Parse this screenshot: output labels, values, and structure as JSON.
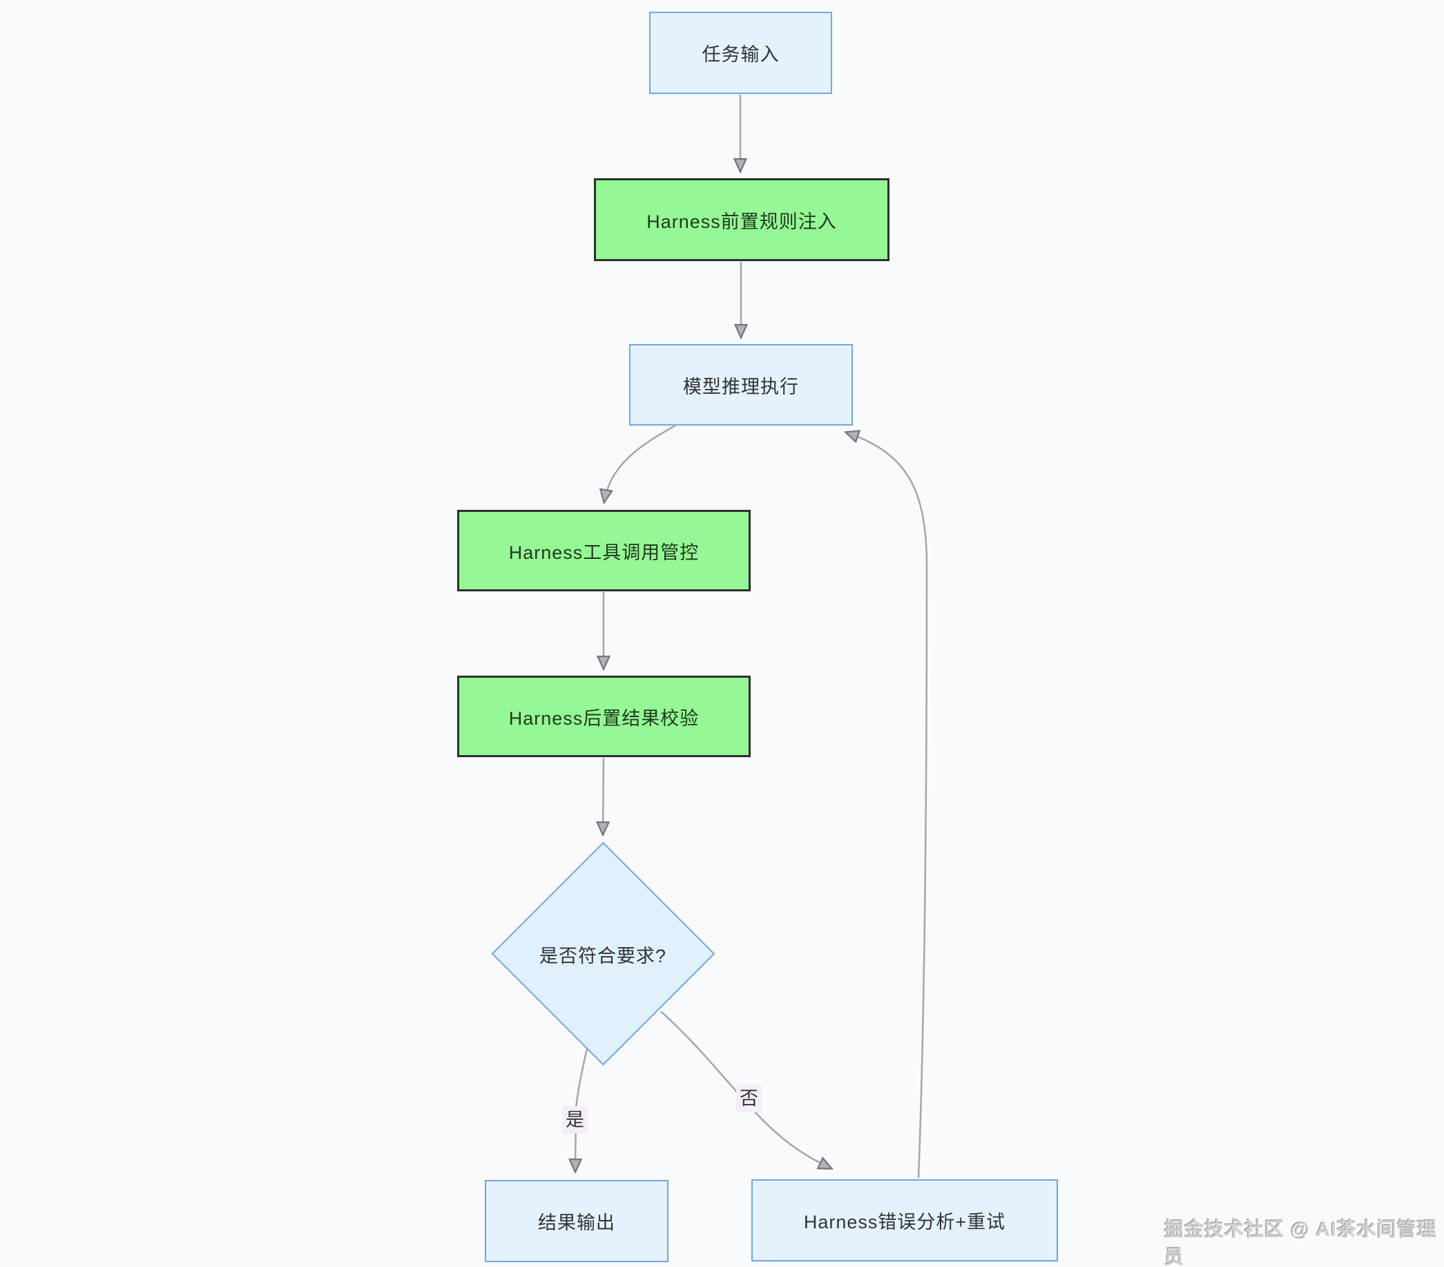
{
  "nodes": {
    "task_input": {
      "label": "任务输入",
      "shape": "rect",
      "style": "blue"
    },
    "pre_rule_injection": {
      "label": "Harness前置规则注入",
      "shape": "rect",
      "style": "green"
    },
    "model_inference": {
      "label": "模型推理执行",
      "shape": "rect",
      "style": "blue"
    },
    "tool_call_control": {
      "label": "Harness工具调用管控",
      "shape": "rect",
      "style": "green"
    },
    "post_result_check": {
      "label": "Harness后置结果校验",
      "shape": "rect",
      "style": "green"
    },
    "decision": {
      "label": "是否符合要求?",
      "shape": "diamond",
      "style": "blue"
    },
    "result_output": {
      "label": "结果输出",
      "shape": "rect",
      "style": "blue"
    },
    "error_retry": {
      "label": "Harness错误分析+重试",
      "shape": "rect",
      "style": "blue"
    }
  },
  "edge_labels": {
    "yes": "是",
    "no": "否"
  },
  "edges": [
    {
      "from": "task_input",
      "to": "pre_rule_injection",
      "label": ""
    },
    {
      "from": "pre_rule_injection",
      "to": "model_inference",
      "label": ""
    },
    {
      "from": "model_inference",
      "to": "tool_call_control",
      "label": ""
    },
    {
      "from": "tool_call_control",
      "to": "post_result_check",
      "label": ""
    },
    {
      "from": "post_result_check",
      "to": "decision",
      "label": ""
    },
    {
      "from": "decision",
      "to": "result_output",
      "label": "是"
    },
    {
      "from": "decision",
      "to": "error_retry",
      "label": "否"
    },
    {
      "from": "error_retry",
      "to": "model_inference",
      "label": ""
    }
  ],
  "watermark": {
    "text": "掘金技术社区 @ AI茶水间管理员"
  },
  "colors": {
    "background": "#F8FAFC",
    "blue_node_fill": "#E4F2FC",
    "blue_node_border": "#74A4E4",
    "green_node_fill": "#95F795",
    "green_node_border": "#2E2E2E",
    "green_node_text": "#1E3A1E",
    "node_text": "#333333",
    "edge_stroke": "#A3A6AB",
    "edge_label_bg": "#F5EDF8"
  }
}
